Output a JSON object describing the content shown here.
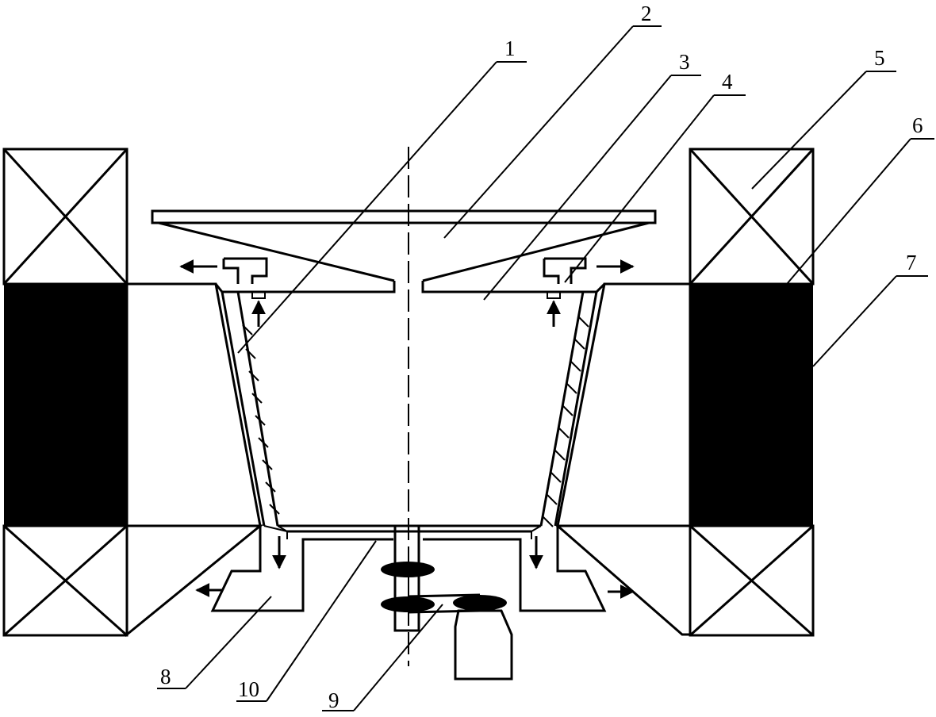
{
  "diagram": {
    "labels": [
      {
        "id": "1",
        "text": "1"
      },
      {
        "id": "2",
        "text": "2"
      },
      {
        "id": "3",
        "text": "3"
      },
      {
        "id": "4",
        "text": "4"
      },
      {
        "id": "5",
        "text": "5"
      },
      {
        "id": "6",
        "text": "6"
      },
      {
        "id": "7",
        "text": "7"
      },
      {
        "id": "8",
        "text": "8"
      },
      {
        "id": "9",
        "text": "9"
      },
      {
        "id": "10",
        "text": "10"
      }
    ],
    "colors": {
      "line": "#000000",
      "fill_dark": "#000000",
      "background": "#ffffff"
    }
  }
}
